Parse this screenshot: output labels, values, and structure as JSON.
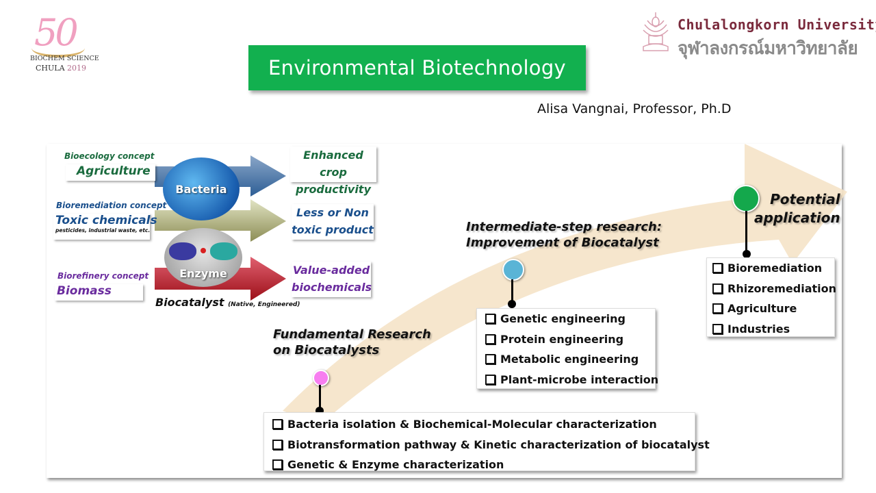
{
  "logos": {
    "event": {
      "numeral": "50",
      "line1": "BIOCHEM SCIENCE",
      "line2_name": "CHULA",
      "line2_year": "2019"
    },
    "university": {
      "name_en": "Chulalongkorn University",
      "name_th": "จุฬาลงกรณ์มหาวิทยาลัย",
      "emblem_icon": "phra-kiao-emblem-icon"
    }
  },
  "header": {
    "title": "Environmental Biotechnology",
    "author": "Alisa Vangnai, Professor, Ph.D"
  },
  "colors": {
    "title_bg": "#12b04f",
    "bioecology": "#1a6b3e",
    "bioremediation": "#1a4f8c",
    "biorefinery": "#6a2c9e",
    "stage1_dot": "#f77ef0",
    "stage2_dot": "#5ab4d6",
    "stage3_dot": "#14a84c",
    "progress_arrow": "#f5e3c8"
  },
  "concepts": [
    {
      "concept": "Bioecology concept",
      "input": "Agriculture",
      "input_note": "",
      "output": [
        "Enhanced crop",
        "productivity"
      ],
      "arrow_color": "blue"
    },
    {
      "concept": "Bioremediation concept",
      "input": "Toxic chemicals",
      "input_note": "pesticides, industrial waste, etc.",
      "output": [
        "Less or Non",
        "toxic product"
      ],
      "arrow_color": "olive"
    },
    {
      "concept": "Biorefinery concept",
      "input": "Biomass",
      "input_note": "",
      "output": [
        "Value-added",
        "biochemicals"
      ],
      "arrow_color": "red"
    }
  ],
  "agents": {
    "bacteria": "Bacteria",
    "enzyme": "Enzyme",
    "biocatalyst": "Biocatalyst",
    "biocatalyst_note": "(Native, Engineered)"
  },
  "stages": [
    {
      "title": [
        "Fundamental Research",
        "on Biocatalysts"
      ],
      "items": [
        "Bacteria isolation & Biochemical-Molecular characterization",
        "Biotransformation pathway & Kinetic characterization of biocatalyst",
        "Genetic & Enzyme characterization"
      ]
    },
    {
      "title": [
        "Intermediate-step research:",
        "Improvement of Biocatalyst"
      ],
      "items": [
        "Genetic engineering",
        "Protein engineering",
        "Metabolic engineering",
        "Plant-microbe interaction"
      ]
    },
    {
      "title": [
        "Potential",
        "application"
      ],
      "items": [
        "Bioremediation",
        "Rhizoremediation",
        "Agriculture",
        "Industries"
      ]
    }
  ]
}
